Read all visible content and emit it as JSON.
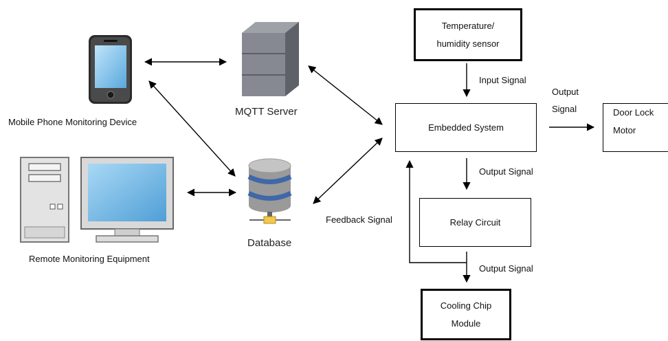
{
  "nodes": {
    "mobile_label": "Mobile Phone Monitoring Device",
    "remote_label": "Remote Monitoring Equipment",
    "mqtt_label": "MQTT Server",
    "database_label": "Database",
    "sensor_line1": "Temperature/",
    "sensor_line2": "humidity sensor",
    "embedded_label": "Embedded System",
    "door_line1": "Door Lock",
    "door_line2": "Motor",
    "relay_label": "Relay Circuit",
    "cooling_line1": "Cooling Chip",
    "cooling_line2": "Module"
  },
  "signals": {
    "input": "Input Signal",
    "output_door_line1": "Output",
    "output_door_line2": "Signal",
    "output_relay": "Output Signal",
    "output_cooling": "Output Signal",
    "feedback": "Feedback Signal"
  }
}
